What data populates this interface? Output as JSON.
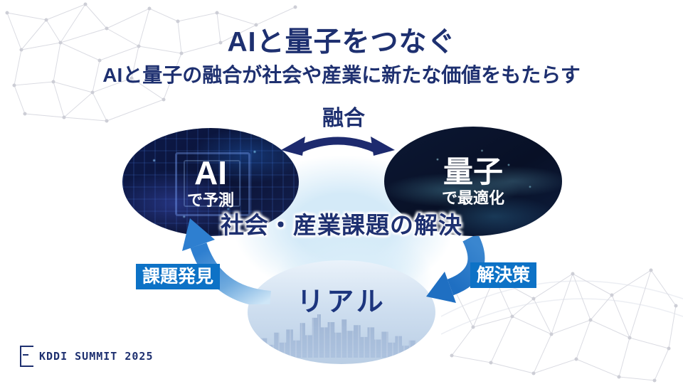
{
  "slide": {
    "title": "AIと量子をつなぐ",
    "subtitle": "AIと量子の融合が社会や産業に新たな価値をもたらす",
    "footer": {
      "logo_text": "KDDI SUMMIT 2025"
    }
  },
  "diagram": {
    "fusion_label": "融合",
    "center_label": "社会・産業課題の解決",
    "nodes": {
      "ai": {
        "label": "AI",
        "sublabel": "で予測"
      },
      "quantum": {
        "label": "量子",
        "sublabel": "で最適化"
      },
      "real": {
        "label": "リアル"
      }
    },
    "edge_labels": {
      "discovery": "課題発見",
      "solution": "解決策"
    }
  },
  "colors": {
    "navy_text": "#1e3070",
    "double_arrow_navy": "#1d2a6e",
    "edge_label_blue": "#0d72c6",
    "flow_arrow_blue": "#2e7fd0",
    "center_glow_blue": "#d4eaf8"
  }
}
